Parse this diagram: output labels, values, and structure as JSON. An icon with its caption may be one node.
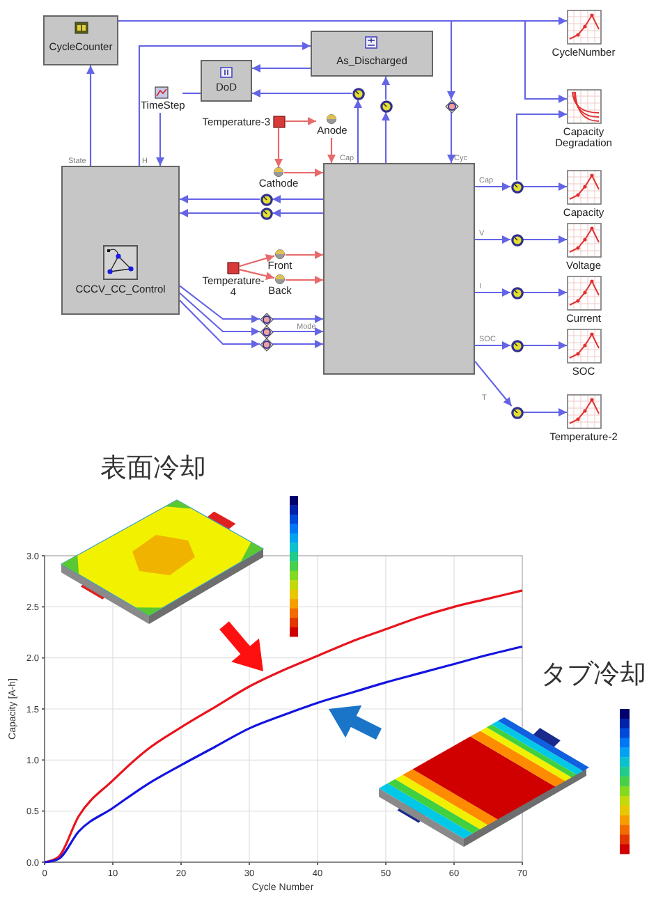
{
  "diagram": {
    "nodes": [
      {
        "text": [
          "CycleCounter"
        ]
      },
      {
        "text": [
          "As_Discharged"
        ]
      },
      {
        "text": [
          "DoD"
        ]
      },
      {
        "text": [
          "TimeStep"
        ]
      },
      {
        "text": [
          "CCCV_CC_Control"
        ]
      },
      {
        "text": [],
        "shape": "box"
      },
      {
        "text": [
          "Temperature-3"
        ]
      },
      {
        "text": [
          "Anode"
        ]
      },
      {
        "text": [
          "Cathode"
        ]
      },
      {
        "text": [
          "Temperature-4"
        ]
      },
      {
        "text": [
          "Front"
        ]
      },
      {
        "text": [
          "Back"
        ]
      },
      {
        "text": [
          "CycleNumber"
        ]
      },
      {
        "text": [
          "Capacity Degradation"
        ]
      },
      {
        "text": [
          "Capacity"
        ]
      },
      {
        "text": [
          "Voltage"
        ]
      },
      {
        "text": [
          "Current"
        ]
      },
      {
        "text": [
          "SOC"
        ]
      },
      {
        "text": [
          "Temperature-2"
        ]
      },
      {
        "text": [],
        "shape": "circle"
      },
      {
        "text": [],
        "shape": "circle"
      },
      {
        "text": [],
        "shape": "diamond"
      },
      {
        "text": [],
        "shape": "circle"
      },
      {
        "text": [],
        "shape": "circle"
      },
      {
        "text": [],
        "shape": "circle"
      },
      {
        "text": [],
        "shape": "circle"
      },
      {
        "text": [],
        "shape": "circle"
      },
      {
        "text": [],
        "shape": "circle"
      },
      {
        "text": [],
        "shape": "circle"
      },
      {
        "text": [],
        "shape": "diamond"
      },
      {
        "text": [],
        "shape": "diamond"
      },
      {
        "text": [],
        "shape": "diamond"
      }
    ],
    "edges": [
      {
        "from": 0,
        "to": 12,
        "arrow": "to"
      },
      {
        "from": 0,
        "to": 21,
        "arrow": "to"
      },
      {
        "from": 0,
        "to": 13,
        "arrow": "to"
      },
      {
        "from": 21,
        "to": 5,
        "arrow": "to"
      },
      {
        "from": 4,
        "to": 0,
        "arrow": "to"
      },
      {
        "from": 4,
        "to": 1,
        "arrow": "to"
      },
      {
        "from": 3,
        "to": 4,
        "arrow": "to"
      },
      {
        "from": 2,
        "to": 3,
        "arrow": "none"
      },
      {
        "from": 1,
        "to": 2,
        "arrow": "to"
      },
      {
        "from": 19,
        "to": 2,
        "arrow": "to"
      },
      {
        "from": 5,
        "to": 19,
        "arrow": "to"
      },
      {
        "from": 5,
        "to": 20,
        "arrow": "to"
      },
      {
        "from": 20,
        "to": 1,
        "arrow": "to"
      },
      {
        "from": 6,
        "to": 7,
        "arrow": "to",
        "color": "#e86a6a"
      },
      {
        "from": 6,
        "to": 8,
        "arrow": "to",
        "color": "#e86a6a"
      },
      {
        "from": 7,
        "to": 5,
        "arrow": "to",
        "color": "#e86a6a"
      },
      {
        "from": 8,
        "to": 5,
        "arrow": "to",
        "color": "#e86a6a"
      },
      {
        "from": 9,
        "to": 10,
        "arrow": "to",
        "color": "#e86a6a"
      },
      {
        "from": 9,
        "to": 11,
        "arrow": "to",
        "color": "#e86a6a"
      },
      {
        "from": 10,
        "to": 5,
        "arrow": "to",
        "color": "#e86a6a"
      },
      {
        "from": 11,
        "to": 5,
        "arrow": "to",
        "color": "#e86a6a"
      },
      {
        "from": 5,
        "to": 22,
        "arrow": "to"
      },
      {
        "from": 22,
        "to": 4,
        "arrow": "to"
      },
      {
        "from": 5,
        "to": 23,
        "arrow": "to"
      },
      {
        "from": 23,
        "to": 4,
        "arrow": "to"
      },
      {
        "from": 5,
        "to": 24,
        "arrow": "to"
      },
      {
        "from": 24,
        "to": 14,
        "arrow": "to"
      },
      {
        "from": 24,
        "to": 13,
        "arrow": "to"
      },
      {
        "from": 5,
        "to": 25,
        "arrow": "to"
      },
      {
        "from": 25,
        "to": 15,
        "arrow": "to"
      },
      {
        "from": 5,
        "to": 26,
        "arrow": "to"
      },
      {
        "from": 26,
        "to": 16,
        "arrow": "to"
      },
      {
        "from": 5,
        "to": 27,
        "arrow": "to"
      },
      {
        "from": 27,
        "to": 17,
        "arrow": "to"
      },
      {
        "from": 5,
        "to": 28,
        "arrow": "to"
      },
      {
        "from": 28,
        "to": 18,
        "arrow": "to"
      },
      {
        "from": 4,
        "to": 29,
        "arrow": "to"
      },
      {
        "from": 29,
        "to": 5,
        "arrow": "to"
      },
      {
        "from": 4,
        "to": 30,
        "arrow": "to"
      },
      {
        "from": 30,
        "to": 5,
        "arrow": "to"
      },
      {
        "from": 4,
        "to": 31,
        "arrow": "to"
      },
      {
        "from": 31,
        "to": 5,
        "arrow": "to"
      }
    ],
    "labels": [
      "State",
      "H",
      "Cap",
      "Cyc",
      "Cap",
      "V",
      "I",
      "SOC",
      "T",
      "Mode",
      "表面冷却",
      "タブ冷却"
    ],
    "chart_data": {
      "type": "line",
      "xlabel": "Cycle Number",
      "ylabel": "Capacity [A-h]",
      "x": [
        0,
        2,
        5,
        10,
        15,
        20,
        25,
        30,
        35,
        40,
        45,
        50,
        55,
        60,
        65,
        70
      ],
      "series": [
        {
          "color": "#e8141e",
          "values": [
            0,
            0.05,
            0.45,
            0.8,
            1.1,
            1.32,
            1.52,
            1.72,
            1.88,
            2.02,
            2.16,
            2.28,
            2.4,
            2.5,
            2.58,
            2.66
          ]
        },
        {
          "color": "#1414e0",
          "values": [
            0,
            0.03,
            0.3,
            0.53,
            0.76,
            0.95,
            1.13,
            1.31,
            1.44,
            1.56,
            1.66,
            1.76,
            1.85,
            1.94,
            2.03,
            2.11
          ]
        }
      ],
      "xlim": [
        0,
        70
      ],
      "ylim": [
        0,
        3
      ],
      "grid": true,
      "xticks": [
        0,
        10,
        20,
        30,
        40,
        50,
        60,
        70
      ],
      "yticks": [
        {
          "value": 0,
          "label": "0.0"
        },
        {
          "value": 0.5,
          "label": "0.5"
        },
        {
          "value": 1,
          "label": "1.0"
        },
        {
          "value": 1.5,
          "label": "1.5"
        },
        {
          "value": 2,
          "label": "2.0"
        },
        {
          "value": 2.5,
          "label": "2.5"
        },
        {
          "value": 3,
          "label": "3.0"
        }
      ]
    }
  }
}
